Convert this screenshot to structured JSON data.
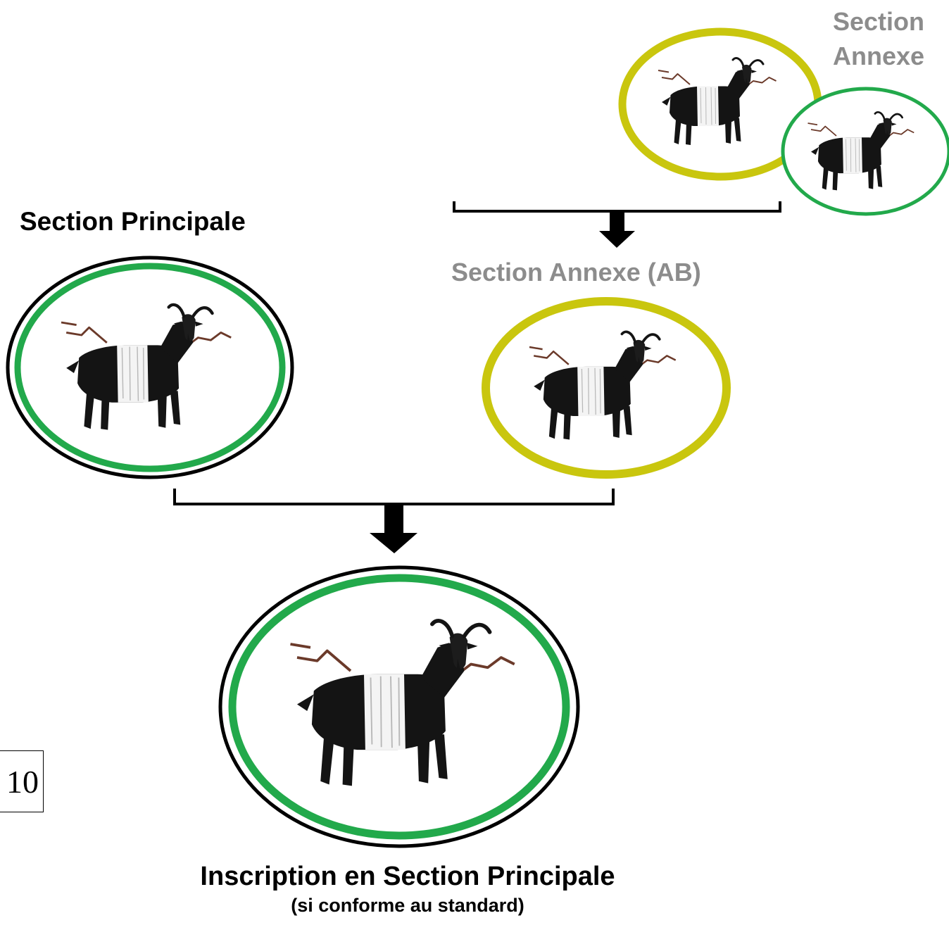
{
  "labels": {
    "annexe_top_line1": "Section",
    "annexe_top_line2": "Annexe",
    "principale": "Section Principale",
    "annexe_ab": "Section Annexe (AB)",
    "result": "Inscription en Section Principale",
    "result_sub": "(si conforme au standard)"
  },
  "page_number": "10",
  "colors": {
    "green_ring": "#22a94b",
    "yellow_ring": "#c9c60e",
    "grey_text": "#8c8c8c",
    "mountain": "#6b3a2a",
    "goat_dark": "#141414"
  }
}
